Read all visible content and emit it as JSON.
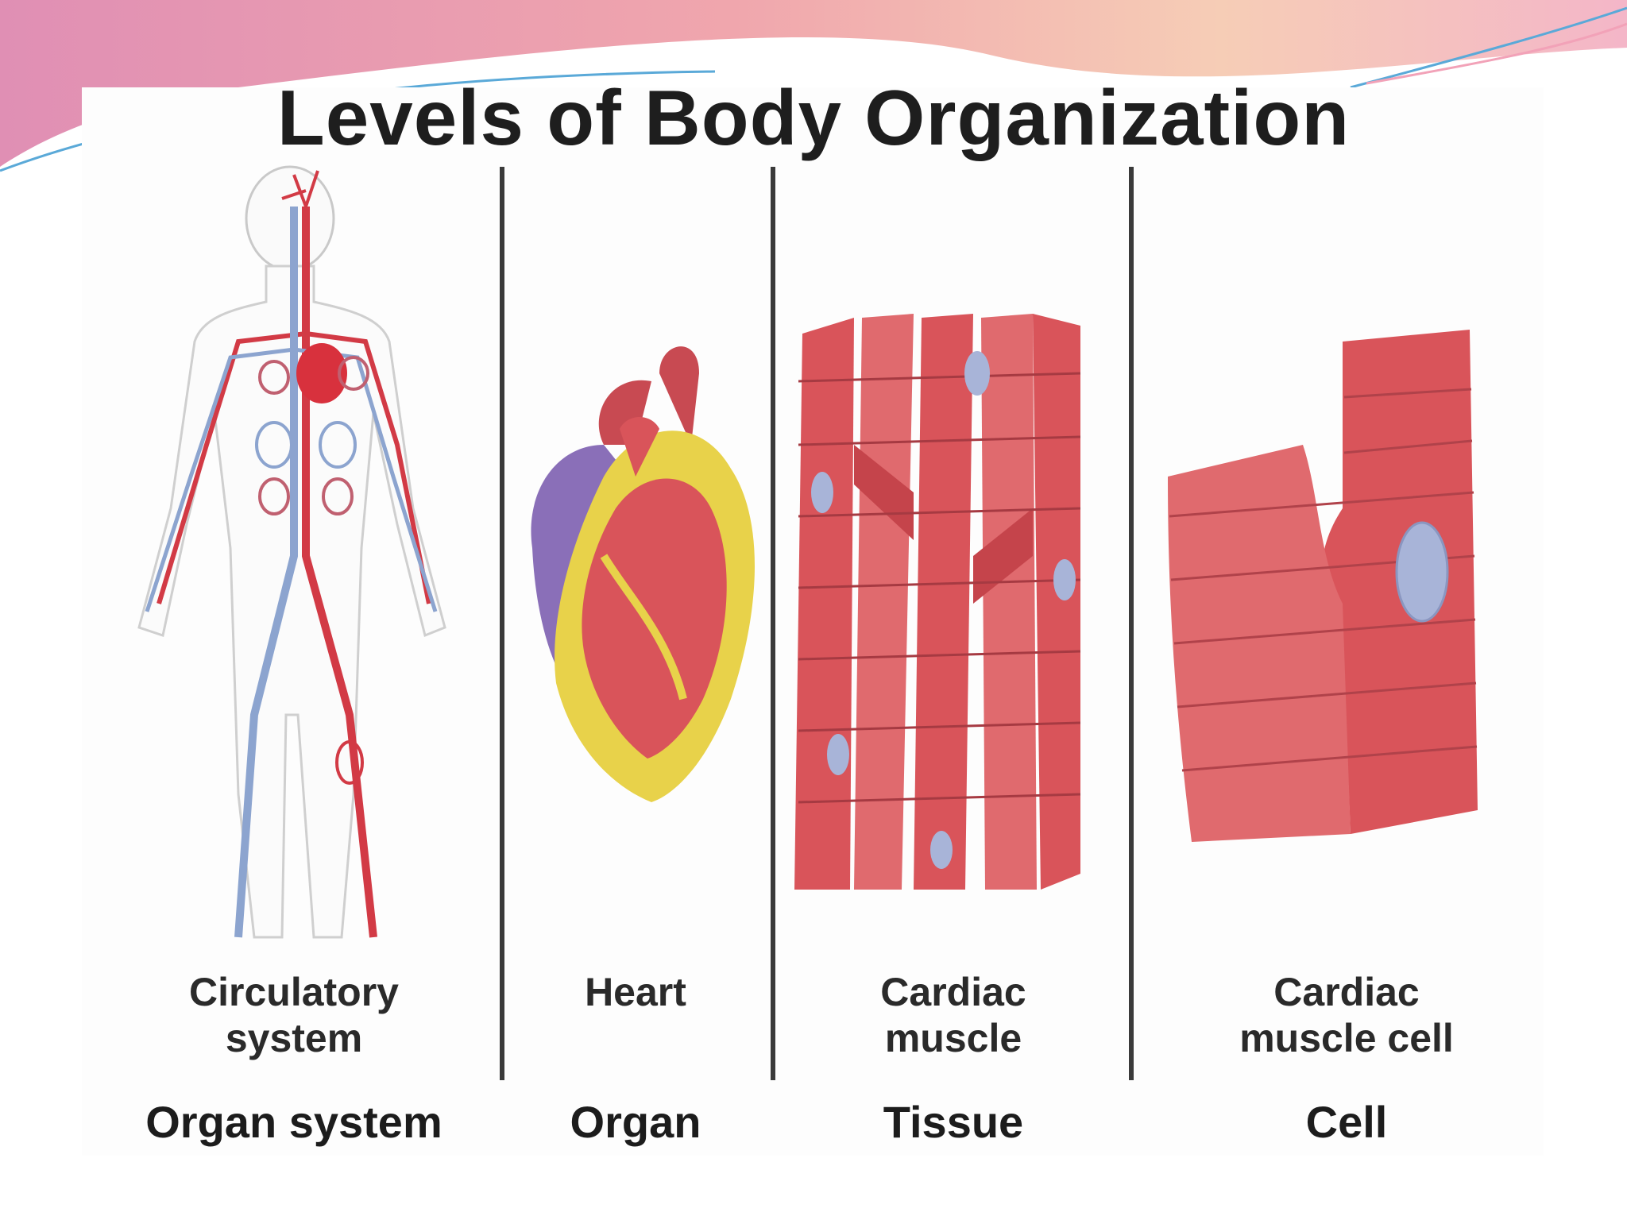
{
  "title": "Levels of Body Organization",
  "columns": [
    {
      "label_lines": [
        "Circulatory",
        "system"
      ],
      "level": "Organ system",
      "icon": "circulatory-system-figure"
    },
    {
      "label_lines": [
        "Heart"
      ],
      "level": "Organ",
      "icon": "heart-illustration"
    },
    {
      "label_lines": [
        "Cardiac",
        "muscle"
      ],
      "level": "Tissue",
      "icon": "cardiac-muscle-tissue"
    },
    {
      "label_lines": [
        "Cardiac",
        "muscle cell"
      ],
      "level": "Cell",
      "icon": "cardiac-muscle-cell"
    }
  ],
  "colors": {
    "muscle": "#d9545a",
    "muscle_light": "#ec8a8c",
    "vein": "#8fa7cf",
    "fat": "#e8d24a",
    "nucleus": "#a8b4d8",
    "banner_pink": "#e58fb0",
    "banner_peach": "#f7d9b8"
  }
}
